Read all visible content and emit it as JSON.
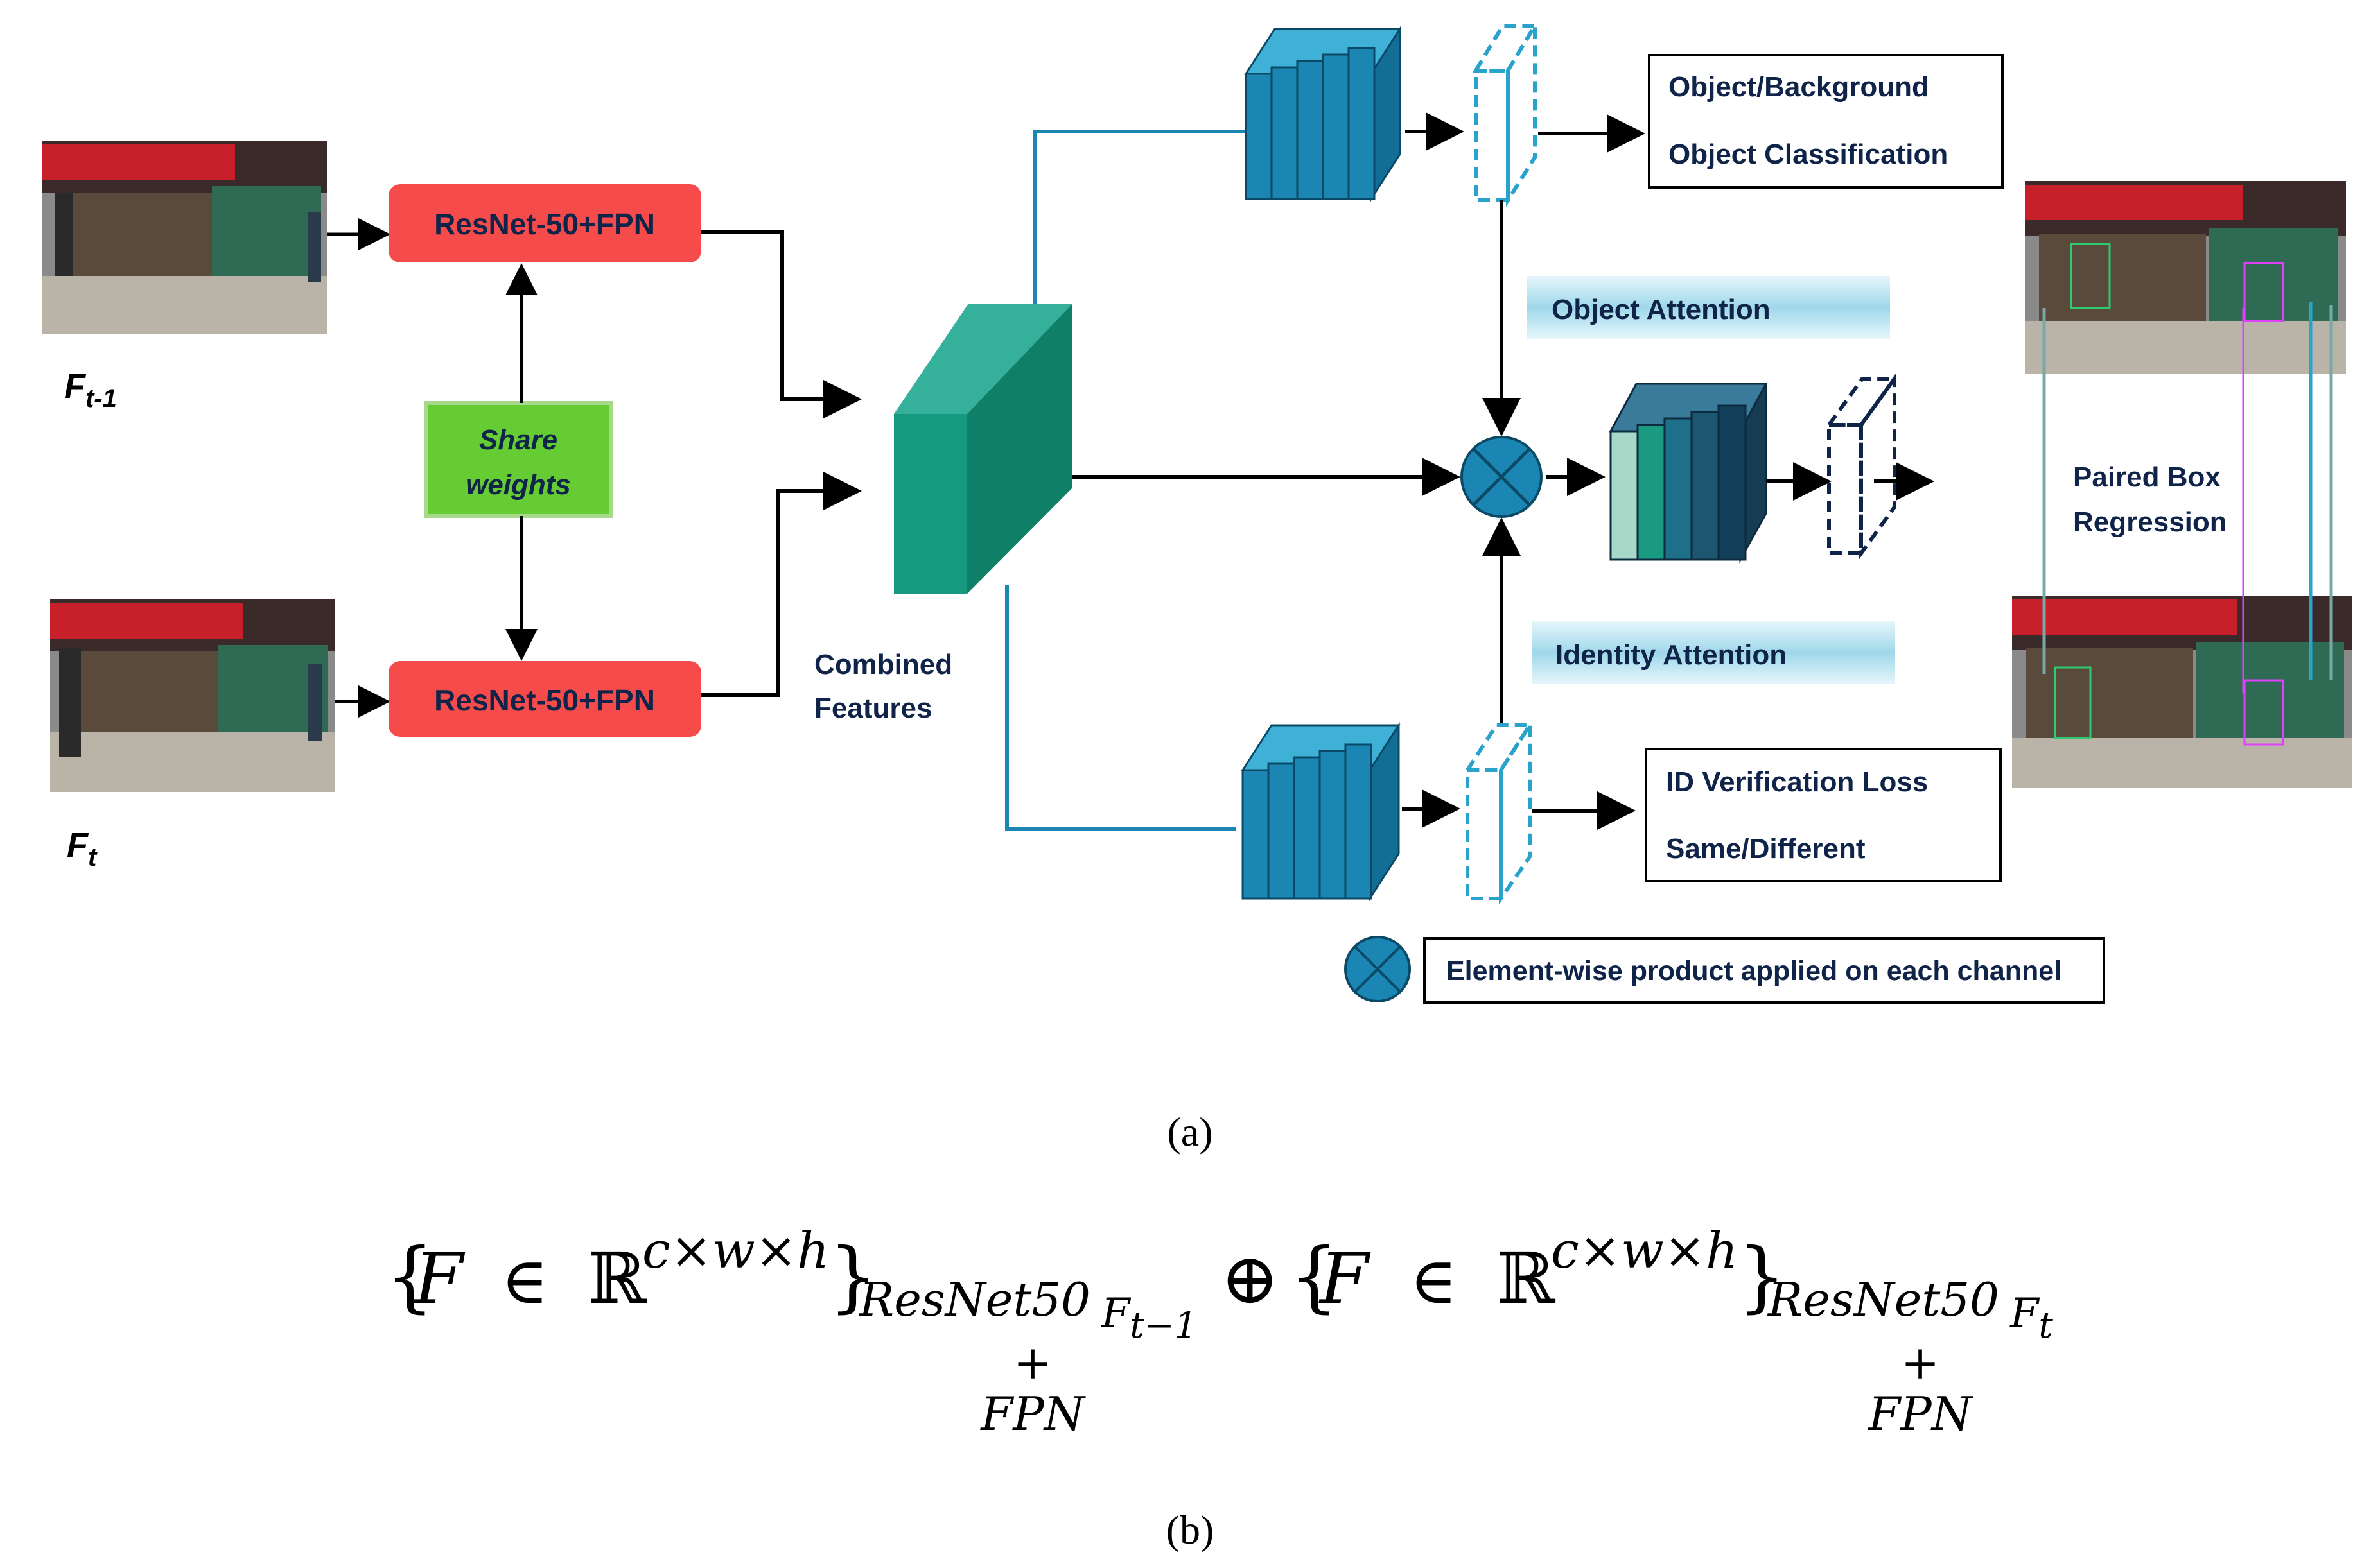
{
  "frames": {
    "prev_label_main": "F",
    "prev_label_sub": "t-1",
    "curr_label_main": "F",
    "curr_label_sub": "t"
  },
  "backbone": {
    "top_label": "ResNet-50+FPN",
    "bottom_label": "ResNet-50+FPN",
    "share_line1": "Share",
    "share_line2": "weights"
  },
  "combined": {
    "line1": "Combined",
    "line2": "Features"
  },
  "heads": {
    "classification_line1": "Object/Background",
    "classification_line2": "Object Classification",
    "verification_line1": "ID Verification Loss",
    "verification_line2": "Same/Different",
    "object_attention": "Object Attention",
    "identity_attention": "Identity Attention",
    "paired_line1": "Paired Box",
    "paired_line2": "Regression"
  },
  "legend": {
    "product_text": "Element-wise product applied on each channel"
  },
  "captions": {
    "a": "(a)",
    "b": "(b)"
  },
  "equation": {
    "open_brace": "{",
    "var": "F",
    "in": "∈",
    "reals": "ℝ",
    "exponent": "c×w×h",
    "close_brace": "}",
    "sub_left": "ResNet50",
    "sub_left_frame": "F",
    "sub_left_frame_sub": "t−1",
    "oplus": "⊕",
    "sub_right": "ResNet50",
    "sub_right_frame": "F",
    "sub_right_frame_sub": "t",
    "plus": "+",
    "fpn": "FPN"
  },
  "colors": {
    "resnet_red": "#f54b4b",
    "share_green": "#66cc33",
    "teal_block": "#13917a",
    "conv_blue": "#1b86b3",
    "attention_band": "#aee0ee",
    "product_circle": "#1b86b3"
  }
}
